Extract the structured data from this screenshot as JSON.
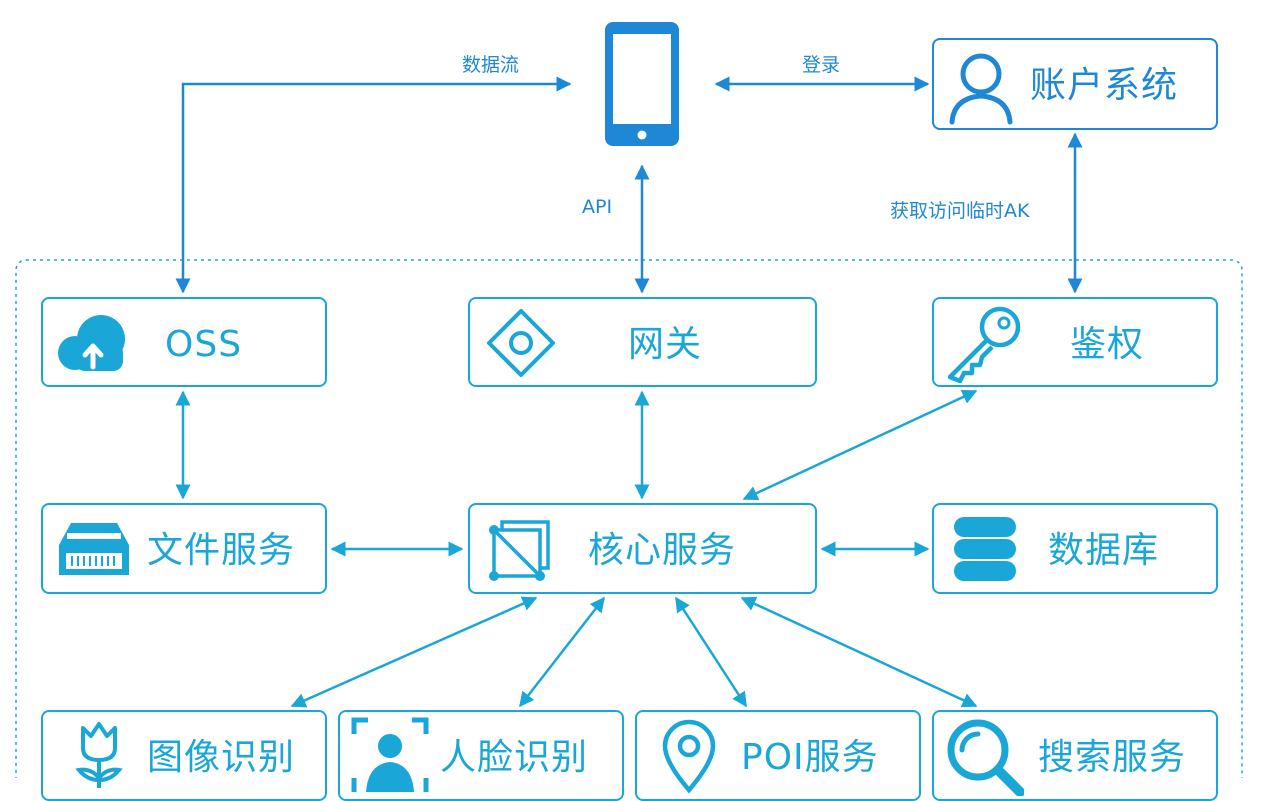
{
  "colors": {
    "primary": "#1aa7d8",
    "accent": "#1e88d6"
  },
  "edges": {
    "data_flow": "数据流",
    "login": "登录",
    "api": "API",
    "temp_ak": "获取访问临时AK"
  },
  "nodes": {
    "account": {
      "label": "账户系统",
      "icon": "user-icon"
    },
    "oss": {
      "label": "OSS",
      "icon": "cloud-upload-icon"
    },
    "gateway": {
      "label": "网关",
      "icon": "gateway-diamond-icon"
    },
    "auth": {
      "label": "鉴权",
      "icon": "key-icon"
    },
    "file": {
      "label": "文件服务",
      "icon": "hard-drive-icon"
    },
    "core": {
      "label": "核心服务",
      "icon": "core-layers-icon"
    },
    "database": {
      "label": "数据库",
      "icon": "database-icon"
    },
    "image": {
      "label": "图像识别",
      "icon": "tulip-icon"
    },
    "face": {
      "label": "人脸识别",
      "icon": "face-scan-icon"
    },
    "poi": {
      "label": "POI服务",
      "icon": "map-pin-icon"
    },
    "search": {
      "label": "搜索服务",
      "icon": "magnifier-icon"
    }
  },
  "mobile": {
    "icon": "smartphone-icon"
  }
}
